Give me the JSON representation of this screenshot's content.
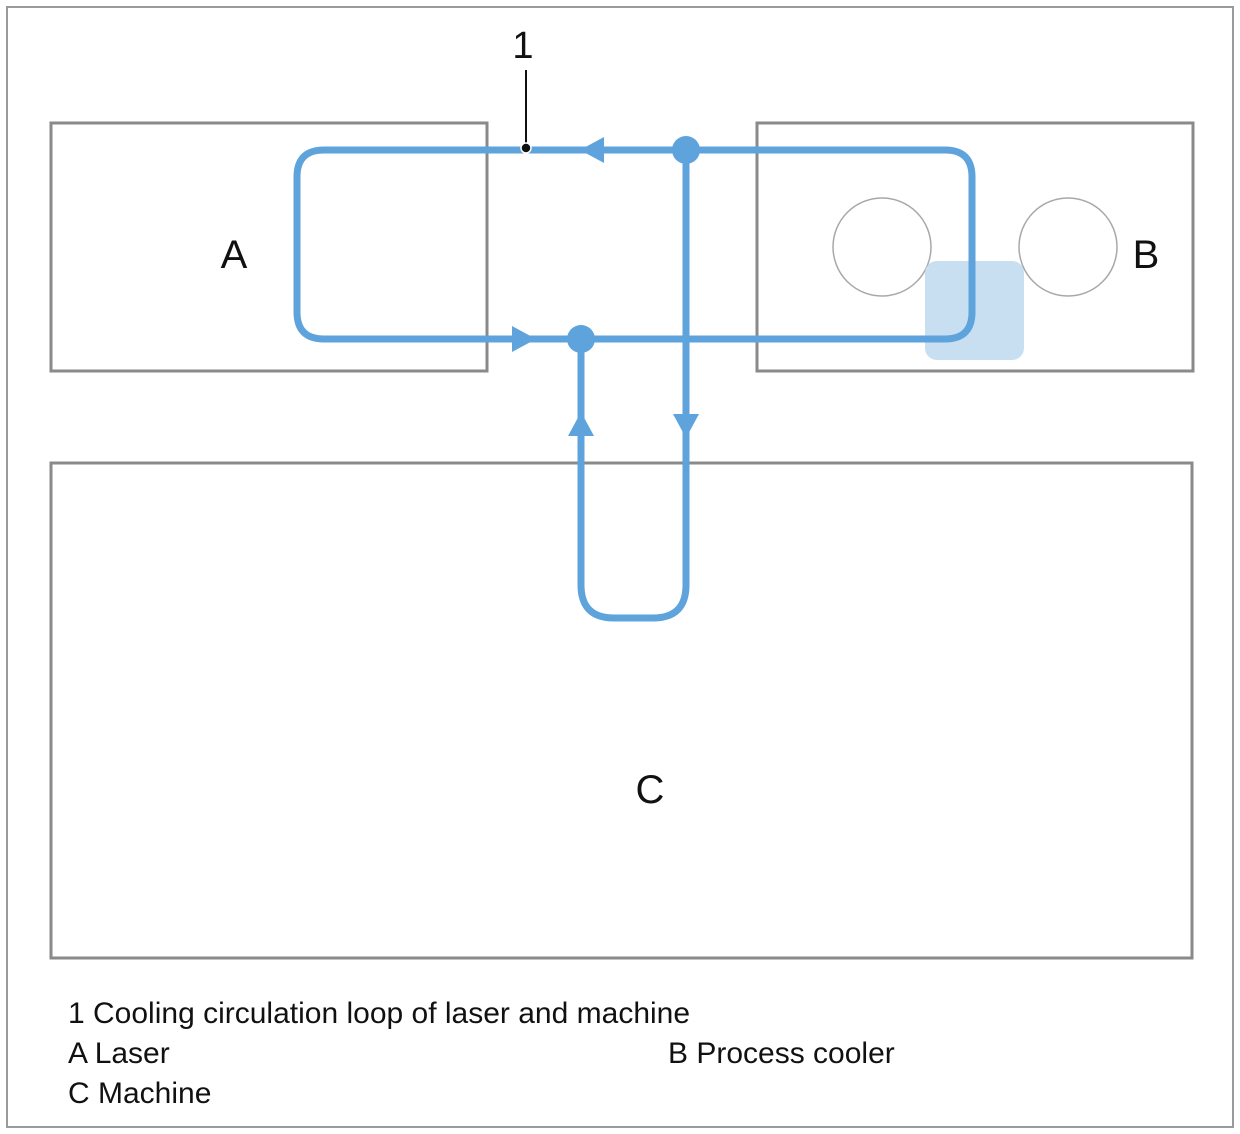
{
  "figure": {
    "callout_number": "1",
    "units": {
      "laser": "A",
      "cooler": "B",
      "machine": "C"
    }
  },
  "legend": {
    "item_1": "1 Cooling circulation loop of laser and machine",
    "item_a": "A Laser",
    "item_b": "B Process cooler",
    "item_c": "C Machine"
  },
  "colors": {
    "loop": "#5fa3dc",
    "valve": "#c8dff2",
    "frame": "#8a8a8a",
    "text": "#111111"
  }
}
